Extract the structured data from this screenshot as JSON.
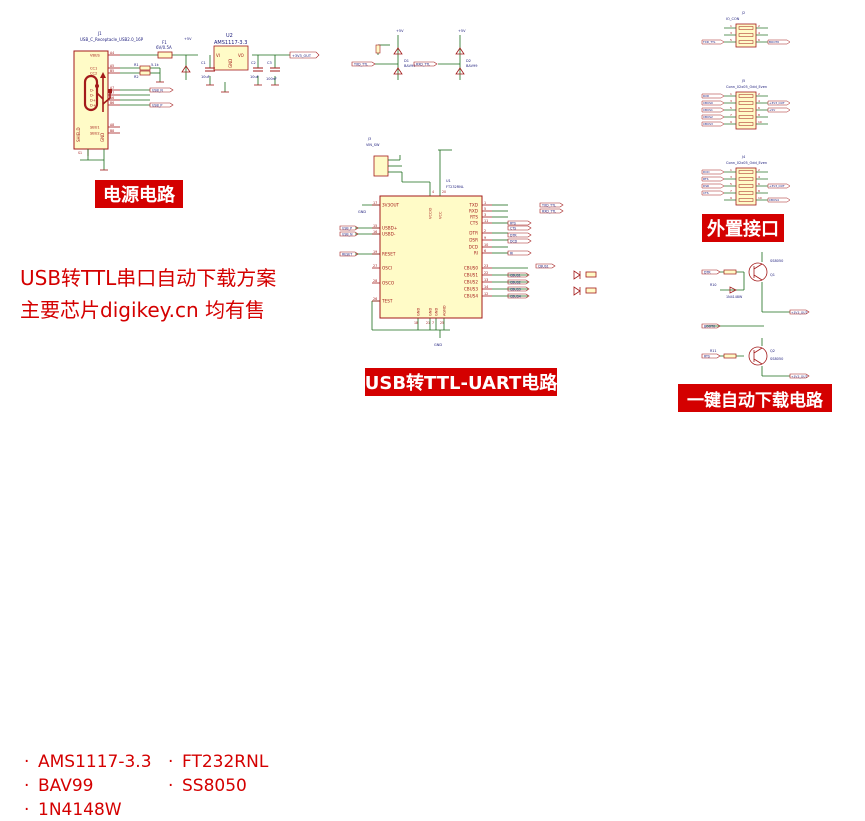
{
  "blocks": {
    "power": {
      "title": "电源电路",
      "connector_ref": "J1",
      "connector_name": "USB_C_Receptacle_USB2.0_16P",
      "pins_left": [
        "A4",
        "A5",
        "B5",
        "A7",
        "B7",
        "A6",
        "B6",
        "A8",
        "B8",
        "S1"
      ],
      "pins_right": [
        "VBUS",
        "CC1",
        "CC2",
        "D-",
        "D-",
        "D+",
        "D+",
        "SBU1",
        "SBU2"
      ],
      "shield_label": "SHIELD",
      "gnd_label": "GND",
      "fuse_ref": "F1",
      "fuse_val": "6V/0.5A",
      "regulator_ref": "U2",
      "regulator_name": "AMS1117-3.3",
      "reg_vi": "VI",
      "reg_vo": "VO",
      "reg_gnd": "GND",
      "r1": "R1",
      "r2": "R2",
      "r_val": "5.1k",
      "c1": "C1",
      "c1_val": "10uF",
      "c2": "C2",
      "c2_val": "10uF",
      "c3": "C3",
      "c3_val": "100nF",
      "plus5v": "+5V",
      "plus3v3": "+3V3_OUT",
      "usb_n": "USB_N",
      "usb_p": "USB_P"
    },
    "uart": {
      "title": "USB转TTL-UART电路",
      "ic_ref": "U1",
      "ic_name": "FT232RNL",
      "left_pins": [
        {
          "num": "17",
          "name": "3V3OUT"
        },
        {
          "num": "15",
          "name": "USBD+"
        },
        {
          "num": "16",
          "name": "USBD-"
        },
        {
          "num": "19",
          "name": "RESET"
        },
        {
          "num": "27",
          "name": "OSCI"
        },
        {
          "num": "28",
          "name": "OSCO"
        },
        {
          "num": "26",
          "name": "TEST"
        }
      ],
      "right_pins": [
        {
          "num": "1",
          "name": "TXD"
        },
        {
          "num": "5",
          "name": "RXD"
        },
        {
          "num": "3",
          "name": "RTS"
        },
        {
          "num": "11",
          "name": "CTS"
        },
        {
          "num": "2",
          "name": "DTR"
        },
        {
          "num": "9",
          "name": "DSR"
        },
        {
          "num": "10",
          "name": "DCD"
        },
        {
          "num": "6",
          "name": "RI"
        },
        {
          "num": "23",
          "name": "CBUS0"
        },
        {
          "num": "22",
          "name": "CBUS1"
        },
        {
          "num": "13",
          "name": "CBUS2"
        },
        {
          "num": "14",
          "name": "CBUS3"
        },
        {
          "num": "12",
          "name": "CBUS4"
        }
      ],
      "bottom_pins": [
        "18",
        "21",
        "7",
        "25"
      ],
      "bottom_names": [
        "GND",
        "GND",
        "GND",
        "AGND"
      ],
      "top_pins": [
        "4",
        "20"
      ],
      "top_names": [
        "VCCIO",
        "VCC"
      ],
      "nets_right": [
        "TXD_TTL",
        "RXD_TTL",
        "RTS",
        "CTS",
        "DTR",
        "DCD",
        "RI"
      ],
      "cbus_nets": [
        "CBUS1",
        "CBUS2",
        "CBUS3",
        "CBUS4"
      ],
      "switch_ref": "J3",
      "switch_name": "VIN_SW",
      "reset_net": "RESET",
      "usb_p": "USB_P",
      "usb_n": "USB_N",
      "gnd_label": "GND"
    },
    "diodes": {
      "d1_ref": "D1",
      "d2_ref": "D2",
      "part": "BAV99",
      "net1": "TXD_TTL",
      "net2": "RXD_TTL",
      "vcc": "+5V"
    },
    "interfaces": {
      "title": "外置接口",
      "j2_ref": "J2",
      "j2_name": "IO_CON",
      "j5_ref": "J5",
      "j5_name": "Conn_02x05_Odd_Even",
      "j4_ref": "J4",
      "j4_name": "Conn_02x05_Odd_Even",
      "pin_numbers": [
        "1",
        "2",
        "3",
        "4",
        "5",
        "6",
        "7",
        "8",
        "9",
        "10"
      ],
      "j2_nets": [
        "TXD_TTL",
        "BOOT0"
      ],
      "j5_nets": [
        "RXD",
        "CBUS0",
        "CBUS1",
        "CBUS2",
        "CBUS3",
        "+3V3_OUT",
        "+5V"
      ],
      "j4_nets": [
        "DCD",
        "RTS",
        "DSR",
        "CTS",
        "+3V3_OUT",
        "CBUS4"
      ]
    },
    "autodl": {
      "title": "一键自动下载电路",
      "q1_ref": "Q1",
      "q2_ref": "Q2",
      "q_part": "SS8050",
      "diode_part": "1N4148W",
      "boot_net": "BOOT0",
      "rts_net": "RTS",
      "dtr_net": "DTR",
      "out_net": "+3V3_OUT",
      "r_ref1": "R10",
      "r_ref2": "R11"
    }
  },
  "summary": {
    "headline": "USB转TTL串口自动下载方案",
    "subline": "主要芯片digikey.cn 均有售",
    "parts": [
      "AMS1117-3.3",
      "FT232RNL",
      "BAV99",
      "SS8050",
      "1N4148W"
    ],
    "bullet": "·"
  },
  "colors": {
    "wire": "#1a6b1a",
    "body": "#a31a1a",
    "bodyfill": "#fffbc7",
    "pin": "#a31a1a",
    "text": "#1a1a7a",
    "label_bg": "#d40000",
    "accent": "#d40000"
  }
}
